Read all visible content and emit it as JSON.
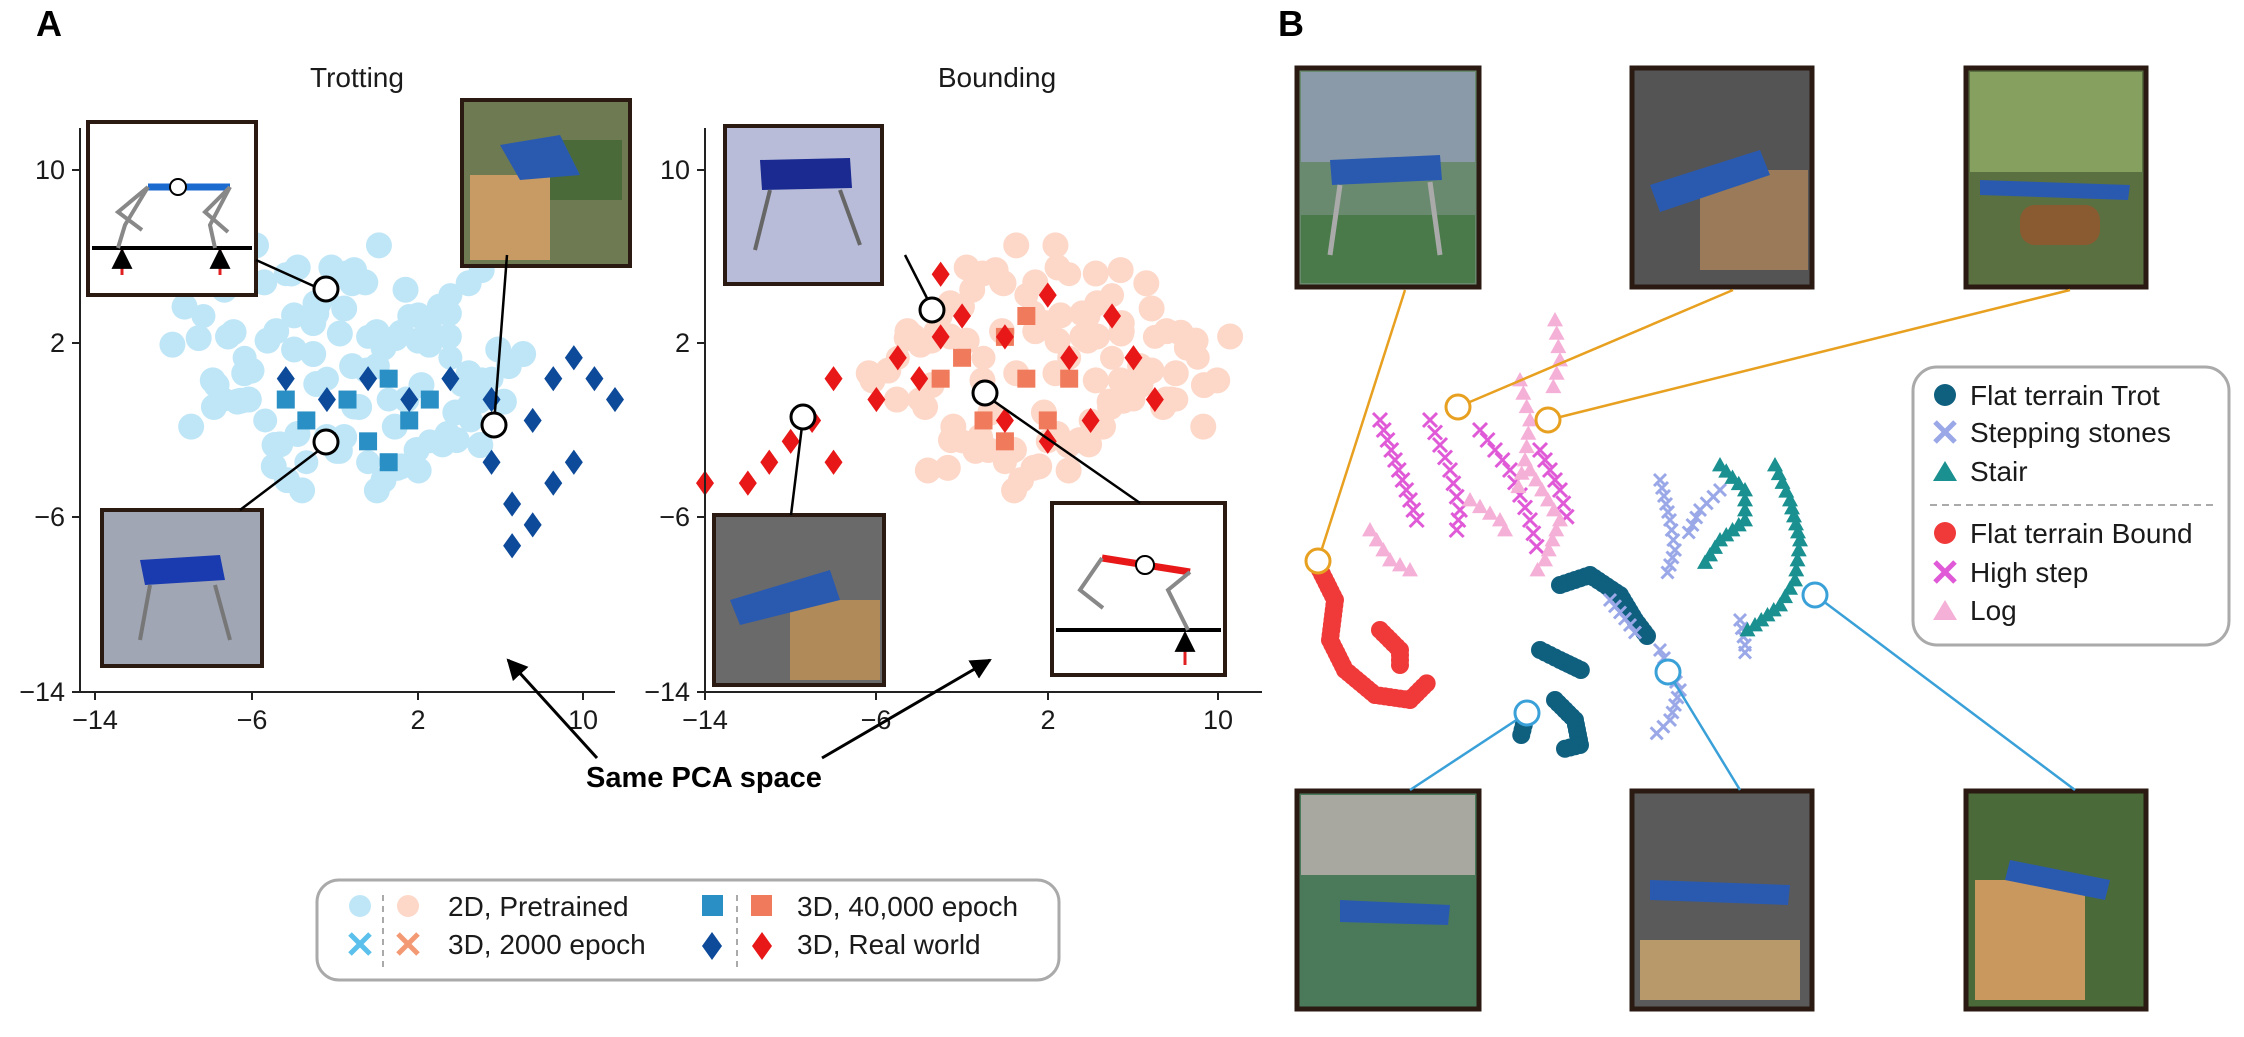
{
  "panels": {
    "a": "A",
    "b": "B"
  },
  "annotation": "Same PCA space",
  "colors": {
    "trot_pretrained": "#bfe6f7",
    "trot_2000": "#5bc0eb",
    "trot_40000": "#2a8fc4",
    "trot_real": "#0d4a9a",
    "bound_pretrained": "#fdd7c8",
    "bound_2000": "#f39a75",
    "bound_40000": "#f07a5c",
    "bound_real": "#e81818",
    "flat_trot": "#0f5f7f",
    "stepping": "#9aa8e8",
    "stair": "#1a9090",
    "flat_bound": "#f03a3a",
    "high_step": "#e05ad8",
    "log": "#f5b0d8",
    "leader_orange": "#e8a020",
    "leader_blue": "#3aa0d8"
  },
  "photo_icons": [
    "robot-photo-icon",
    "robot-schematic-icon"
  ],
  "chart_data": [
    {
      "type": "scatter",
      "title": "Trotting",
      "xlim": [
        -14,
        12
      ],
      "ylim": [
        -14,
        13
      ],
      "xticks": [
        "−14",
        "−6",
        "2",
        "10"
      ],
      "yticks": [
        "10",
        "2",
        "−6",
        "−14"
      ],
      "series": [
        {
          "name": "2D, Pretrained",
          "marker": "circle",
          "points": [
            [
              -8,
              4
            ],
            [
              -6,
              2
            ],
            [
              -4,
              6
            ],
            [
              -2,
              5
            ],
            [
              0,
              3
            ],
            [
              2,
              4
            ],
            [
              4,
              2
            ],
            [
              6,
              1
            ],
            [
              -5,
              -1
            ],
            [
              -3,
              -3
            ],
            [
              0,
              -3
            ],
            [
              3,
              -2
            ],
            [
              5,
              -1
            ],
            [
              -7,
              0
            ],
            [
              -2,
              1
            ],
            [
              1,
              0
            ],
            [
              4,
              5
            ],
            [
              -1,
              6
            ]
          ]
        },
        {
          "name": "3D, 40,000 epoch",
          "marker": "square",
          "points": [
            [
              -3,
              -1
            ],
            [
              -1,
              0
            ],
            [
              1,
              1
            ],
            [
              2,
              -1
            ],
            [
              -2,
              -2
            ],
            [
              0,
              -2
            ],
            [
              3,
              0
            ],
            [
              -4,
              0
            ],
            [
              1,
              -3
            ]
          ]
        },
        {
          "name": "3D, Real world",
          "marker": "diamond",
          "points": [
            [
              -4,
              1
            ],
            [
              -2,
              0
            ],
            [
              0,
              1
            ],
            [
              2,
              0
            ],
            [
              4,
              1
            ],
            [
              6,
              0
            ],
            [
              8,
              -1
            ],
            [
              6,
              -3
            ],
            [
              7,
              -5
            ],
            [
              8,
              -6
            ],
            [
              9,
              -4
            ],
            [
              10,
              -3
            ],
            [
              10,
              2
            ],
            [
              11,
              1
            ],
            [
              12,
              0
            ],
            [
              9,
              1
            ],
            [
              7,
              -7
            ]
          ]
        }
      ]
    },
    {
      "type": "scatter",
      "title": "Bounding",
      "xlim": [
        -14,
        12
      ],
      "ylim": [
        -14,
        13
      ],
      "xticks": [
        "−14",
        "−6",
        "2",
        "10"
      ],
      "yticks": [
        "10",
        "2",
        "−6",
        "−14"
      ],
      "series": [
        {
          "name": "2D, Pretrained",
          "marker": "circle",
          "points": [
            [
              -5,
              2
            ],
            [
              -3,
              4
            ],
            [
              -1,
              6
            ],
            [
              1,
              5
            ],
            [
              3,
              6
            ],
            [
              5,
              5
            ],
            [
              7,
              3
            ],
            [
              9,
              2
            ],
            [
              -4,
              0
            ],
            [
              -2,
              -2
            ],
            [
              0,
              -3
            ],
            [
              2,
              -2
            ],
            [
              4,
              -1
            ],
            [
              6,
              0
            ],
            [
              8,
              0
            ],
            [
              -1,
              2
            ],
            [
              3,
              2
            ],
            [
              5,
              2
            ]
          ]
        },
        {
          "name": "3D, 40,000 epoch",
          "marker": "square",
          "points": [
            [
              -2,
              2
            ],
            [
              0,
              3
            ],
            [
              1,
              1
            ],
            [
              2,
              -1
            ],
            [
              -1,
              -1
            ],
            [
              1,
              4
            ],
            [
              3,
              1
            ],
            [
              -3,
              1
            ],
            [
              0,
              -2
            ]
          ]
        },
        {
          "name": "3D, Real world",
          "marker": "diamond",
          "points": [
            [
              -14,
              -4
            ],
            [
              -12,
              -4
            ],
            [
              -11,
              -3
            ],
            [
              -10,
              -2
            ],
            [
              -9,
              -1
            ],
            [
              -8,
              -3
            ],
            [
              -8,
              1
            ],
            [
              -6,
              0
            ],
            [
              -5,
              2
            ],
            [
              -4,
              1
            ],
            [
              -3,
              3
            ],
            [
              -3,
              6
            ],
            [
              -2,
              4
            ],
            [
              0,
              3
            ],
            [
              2,
              5
            ],
            [
              3,
              2
            ],
            [
              5,
              4
            ],
            [
              6,
              2
            ],
            [
              7,
              0
            ],
            [
              4,
              -1
            ],
            [
              2,
              -2
            ],
            [
              0,
              -1
            ]
          ]
        }
      ]
    }
  ],
  "legend_a": [
    {
      "label": "2D, Pretrained",
      "markers": [
        "circle-blue",
        "circle-orange"
      ]
    },
    {
      "label": "3D, 2000 epoch",
      "markers": [
        "x-blue",
        "x-orange"
      ]
    },
    {
      "label": "3D, 40,000 epoch",
      "markers": [
        "square-blue",
        "square-orange"
      ]
    },
    {
      "label": "3D, Real world",
      "markers": [
        "diamond-blue",
        "diamond-red"
      ]
    }
  ],
  "legend_b": [
    {
      "label": "Flat terrain Trot",
      "marker": "circle"
    },
    {
      "label": "Stepping stones",
      "marker": "x"
    },
    {
      "label": "Stair",
      "marker": "triangle"
    },
    {
      "label": "Flat terrain Bound",
      "marker": "circle"
    },
    {
      "label": "High step",
      "marker": "x"
    },
    {
      "label": "Log",
      "marker": "triangle"
    }
  ]
}
